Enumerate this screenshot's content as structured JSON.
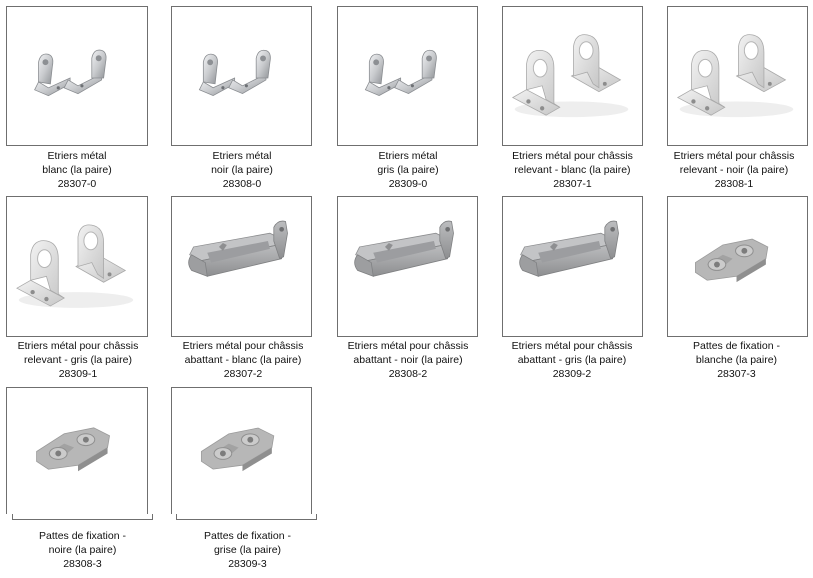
{
  "products": [
    {
      "lines": [
        "Etriers métal",
        "blanc (la paire)",
        "28307-0"
      ],
      "icon": "u-bracket-pair-icon",
      "color": "#d9dadc"
    },
    {
      "lines": [
        "Etriers métal",
        "noir (la paire)",
        "28308-0"
      ],
      "icon": "u-bracket-pair-icon",
      "color": "#d9dadc"
    },
    {
      "lines": [
        "Etriers métal",
        "gris (la paire)",
        "28309-0"
      ],
      "icon": "u-bracket-pair-icon",
      "color": "#d9dadc"
    },
    {
      "lines": [
        "Etriers métal pour châssis",
        "relevant - blanc (la paire)",
        "28307-1"
      ],
      "icon": "l-bracket-pair-icon",
      "color": "#e3e3e3"
    },
    {
      "lines": [
        "Etriers métal pour châssis",
        "relevant - noir (la paire)",
        "28308-1"
      ],
      "icon": "l-bracket-pair-icon",
      "color": "#e3e3e3"
    },
    {
      "lines": [
        "Etriers métal pour châssis",
        "relevant - gris (la paire)",
        "28309-1"
      ],
      "icon": "l-bracket-pair-icon",
      "color": "#e3e3e3"
    },
    {
      "lines": [
        "Etriers métal pour châssis",
        "abattant - blanc (la paire)",
        "28307-2"
      ],
      "icon": "rail-bracket-icon",
      "color": "#a7a8aa"
    },
    {
      "lines": [
        "Etriers métal pour châssis",
        "abattant - noir (la paire)",
        "28308-2"
      ],
      "icon": "rail-bracket-icon",
      "color": "#a7a8aa"
    },
    {
      "lines": [
        "Etriers métal pour châssis",
        "abattant - gris (la paire)",
        "28309-2"
      ],
      "icon": "rail-bracket-icon",
      "color": "#a7a8aa"
    },
    {
      "lines": [
        "Pattes de fixation -",
        "blanche (la paire)",
        "28307-3"
      ],
      "icon": "fixing-plate-icon",
      "color": "#b4b4b4"
    },
    {
      "lines": [
        "Pattes de fixation -",
        "noire (la paire)",
        "28308-3"
      ],
      "icon": "fixing-plate-icon",
      "color": "#b4b4b4"
    },
    {
      "lines": [
        "Pattes de fixation -",
        "grise (la paire)",
        "28309-3"
      ],
      "icon": "fixing-plate-icon",
      "color": "#b4b4b4"
    }
  ]
}
